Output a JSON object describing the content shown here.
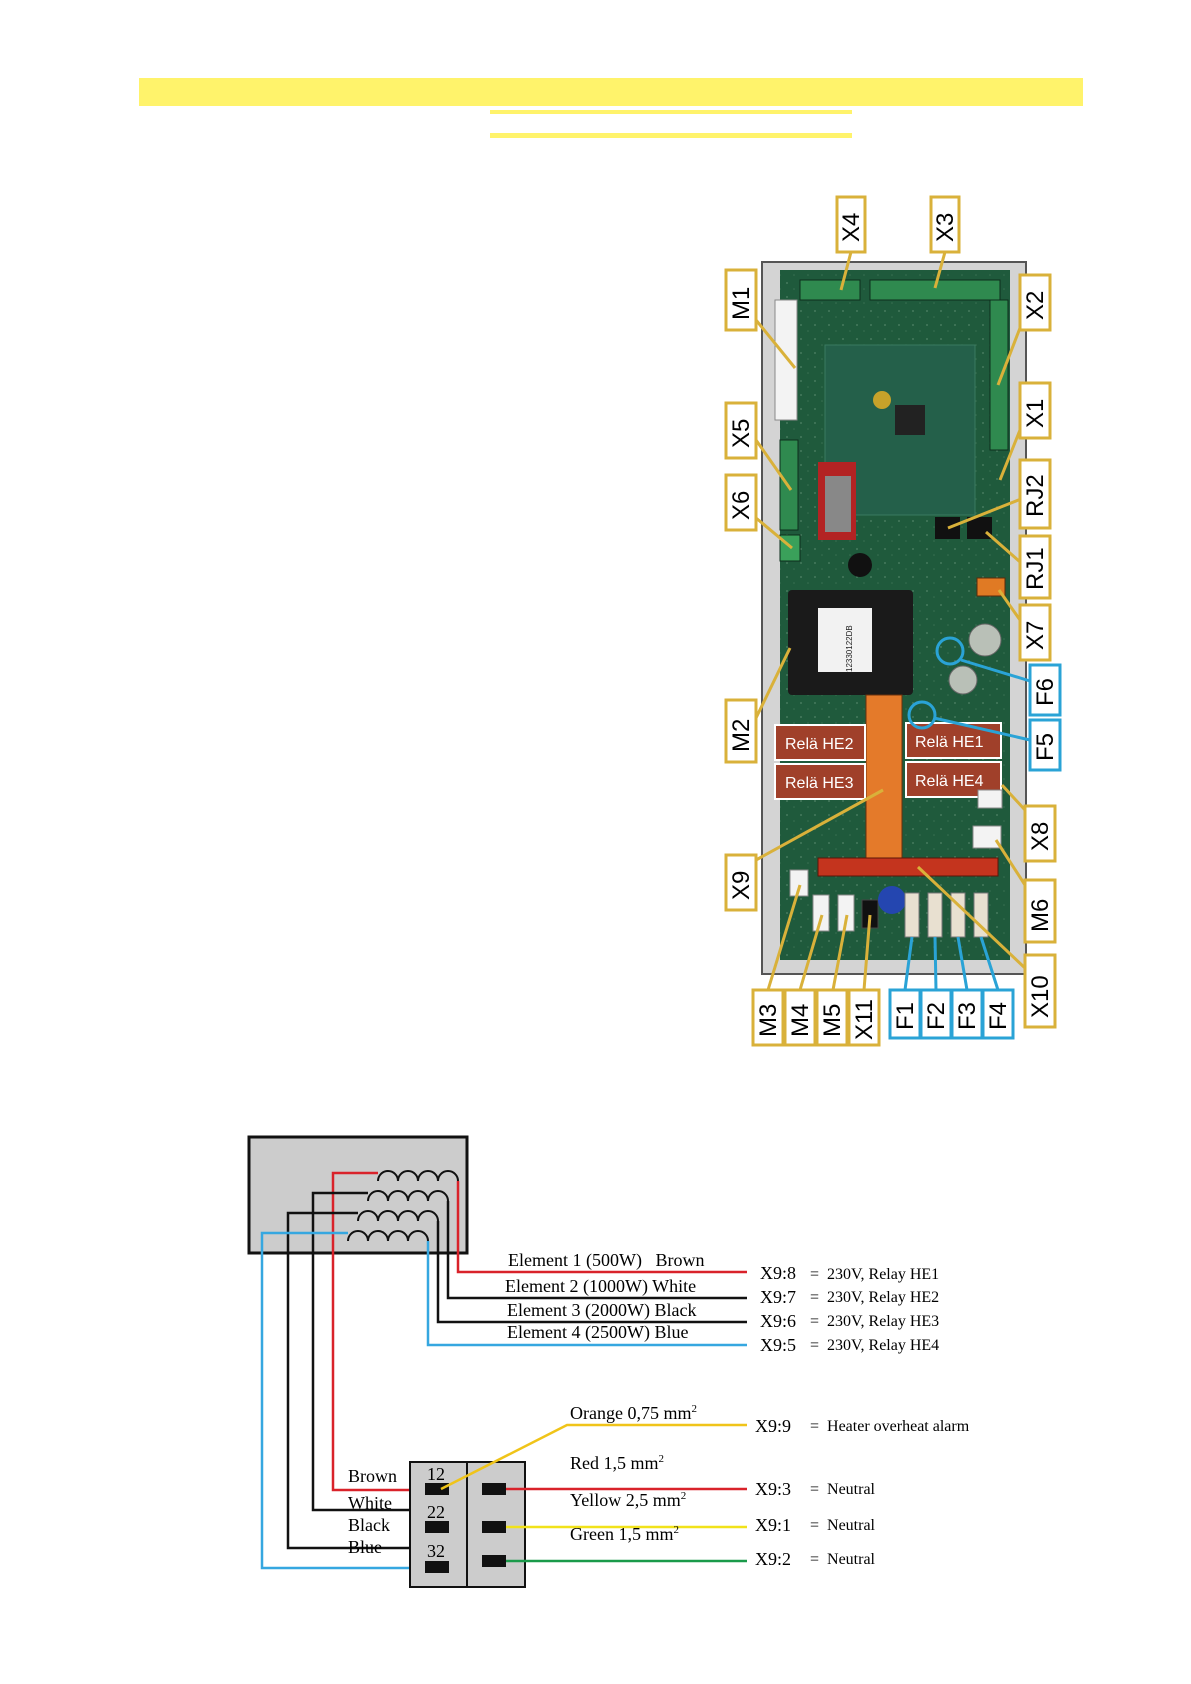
{
  "colors": {
    "highlight": "#fff36b",
    "connector_box": "#d9b13a",
    "fuse_box": "#2aa3d6",
    "relay_fill": "#a0402a",
    "wire_brown": "#d9222a",
    "wire_black": "#111111",
    "wire_blue": "#36a7e0",
    "wire_orange": "#f0c419",
    "wire_yellow": "#f1e21a",
    "wire_green": "#1a9a4a",
    "pcb_green": "#1f5a3c"
  },
  "board": {
    "connector_labels": {
      "X4": "X4",
      "X3": "X3",
      "M1": "M1",
      "X2": "X2",
      "X1": "X1",
      "X5": "X5",
      "X6": "X6",
      "RJ2": "RJ2",
      "RJ1": "RJ1",
      "X7": "X7",
      "M2": "M2",
      "X8": "X8",
      "X9": "X9",
      "M6": "M6",
      "X10": "X10",
      "M3": "M3",
      "M4": "M4",
      "M5": "M5",
      "X11": "X11"
    },
    "fuse_labels": {
      "F1": "F1",
      "F2": "F2",
      "F3": "F3",
      "F4": "F4",
      "F5": "F5",
      "F6": "F6"
    },
    "relays": {
      "HE1": "Relä HE1",
      "HE2": "Relä HE2",
      "HE3": "Relä HE3",
      "HE4": "Relä HE4"
    },
    "transformer_text": "12330122DB"
  },
  "wiring": {
    "elements": [
      {
        "label": "Element 1 (500W)   Brown",
        "terminal": "X9:8",
        "desc": "=  230V, Relay HE1"
      },
      {
        "label": "Element 2 (1000W) White",
        "terminal": "X9:7",
        "desc": "=  230V, Relay HE2"
      },
      {
        "label": "Element 3 (2000W) Black",
        "terminal": "X9:6",
        "desc": "=  230V, Relay HE3"
      },
      {
        "label": "Element 4 (2500W) Blue",
        "terminal": "X9:5",
        "desc": "=  230V, Relay HE4"
      }
    ],
    "switch": {
      "wire_names": [
        "Brown",
        "White",
        "Black",
        "Blue"
      ],
      "numbers": [
        "12",
        "22",
        "32"
      ]
    },
    "supply": [
      {
        "label": "Orange 0,75 mm",
        "sup": "2",
        "terminal": "X9:9",
        "desc": "=  Heater overheat alarm"
      },
      {
        "label": "Red 1,5 mm",
        "sup": "2",
        "terminal": "X9:3",
        "desc": "=  Neutral"
      },
      {
        "label": "Yellow 2,5 mm",
        "sup": "2",
        "terminal": "X9:1",
        "desc": "=  Neutral"
      },
      {
        "label": "Green 1,5 mm",
        "sup": "2",
        "terminal": "X9:2",
        "desc": "=  Neutral"
      }
    ]
  }
}
